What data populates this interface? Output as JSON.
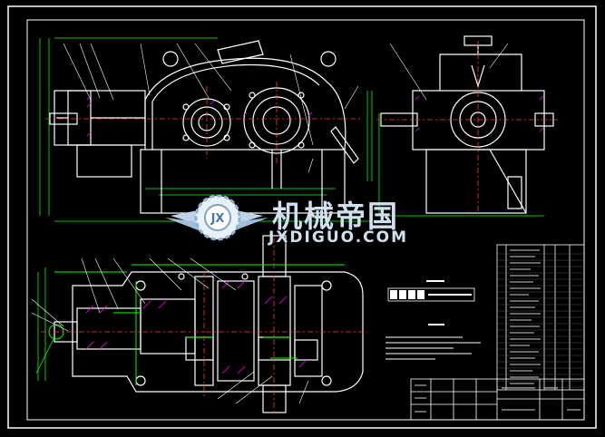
{
  "drawing": {
    "colors": {
      "background": "#000000",
      "outline": "#ffffff",
      "dimension": "#00ff00",
      "center_line": "#ff3b3b",
      "hatch": "#ff00ff",
      "annotation": "#e0e0e0"
    },
    "views": [
      "front-view",
      "side-view",
      "top-section-view",
      "parts-list",
      "title-block",
      "technical-notes"
    ]
  },
  "watermark": {
    "brand_cn": "机械帝国",
    "site": "JXDIGUO.COM",
    "logo_text": "JX"
  }
}
